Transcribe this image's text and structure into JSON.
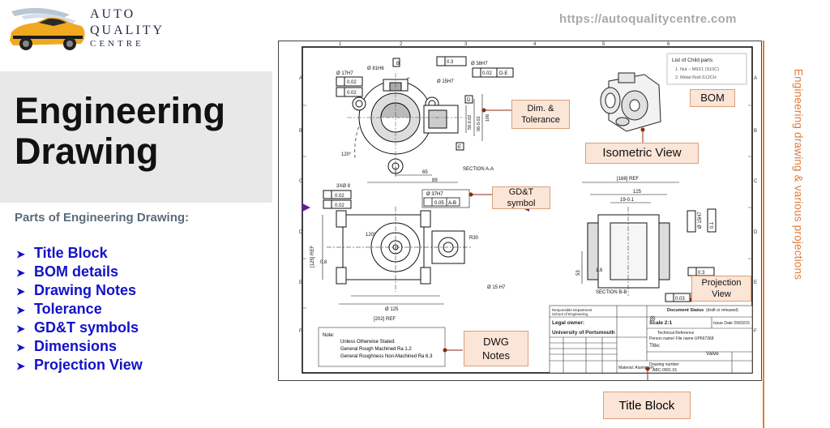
{
  "logo": {
    "line1": "AUTO",
    "line2": "QUALITY",
    "line3": "CENTRE"
  },
  "url": "https://autoqualitycentre.com",
  "title": {
    "line1": "Engineering",
    "line2": "Drawing"
  },
  "subheading": "Parts of Engineering Drawing:",
  "parts": [
    "Title Block",
    "BOM details",
    "Drawing Notes",
    "Tolerance",
    "GD&T symbols",
    "Dimensions",
    "Projection View"
  ],
  "side_caption": "Engineering drawing & various projections",
  "callouts": {
    "dim_tolerance": [
      "Dim. &",
      "Tolerance"
    ],
    "bom": "BOM",
    "isometric": "Isometric View",
    "gdt": [
      "GD&T",
      "symbol"
    ],
    "projection": [
      "Projection",
      "View"
    ],
    "dwg_notes": [
      "DWG",
      "Notes"
    ],
    "title_block": "Title Block"
  },
  "drawing": {
    "child_parts_title": "List of Child parts",
    "child_parts": [
      "1.     Nut – M6X1 (S10C)",
      "2.     Metal Rod-S12CH"
    ],
    "section_aa": "SECTION  A-A",
    "section_bb": "SECTION  B-B",
    "notes_label": "Note:",
    "notes": [
      "Unless Otherwise Stated:",
      "General Rough Machined Ra 1.2",
      "General Roughness Non-Machined Ra 6.3"
    ],
    "dims": {
      "d81": "Ø 81H6",
      "d17": "Ø 17H7",
      "d38": "Ø 38H7",
      "d15": "Ø 15H7",
      "d002": "0.02",
      "d03": "0.3",
      "de": "D-E",
      "ab": "A-B",
      "d005": "0.05",
      "d37": "Ø 37H7",
      "ref168": "[168] REF",
      "d125": "125",
      "d191": "19-0.1",
      "d65": "65",
      "d89": "89",
      "ang120": "120°",
      "d125b": "Ø 125",
      "ref202": "[202] REF",
      "ref125": "[125] REF",
      "d08": "0.8",
      "r30": "R30",
      "d53": "53",
      "d16": "1.6",
      "d003": "0.03",
      "d59": "59.0.02",
      "d56": "56-0.02",
      "d106": "106",
      "h3x": "3XØ 8",
      "d15b": "Ø 15 H7",
      "d01": "0.1"
    },
    "titleblock": {
      "resp": "Responsible Department",
      "school": "School of Engineering",
      "legal": "Legal owner:",
      "univ": "University of Portsmouth",
      "doc_status": "Document Status",
      "draft": "(draft or released)",
      "scale": "Scale 2:1",
      "issue": "Issue Date 26/03/15",
      "tech_ref": "Technical Reference",
      "person": "Person name/ File name  UP667368",
      "title_lbl": "Title:",
      "title_val": "Valve",
      "drawing_no": "Drawing number",
      "dwg_val": "ABC-0001-01",
      "material": "Material: Aluminium"
    }
  }
}
